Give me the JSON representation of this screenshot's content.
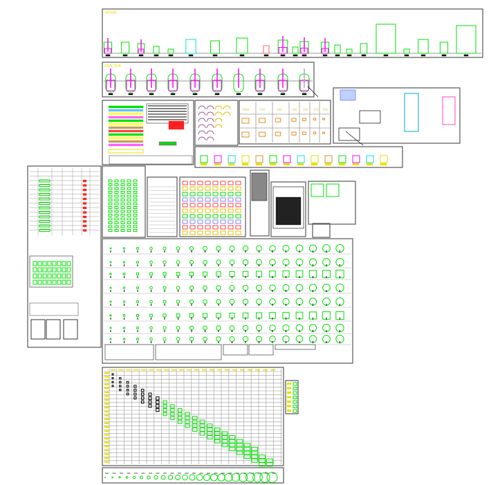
{
  "drawing": {
    "vessel_section": {
      "title": "VESSEL"
    },
    "reactor_section": {
      "title": "REACTOR"
    },
    "size_table": {
      "headers": [
        "1000",
        "750",
        "500",
        "300",
        "200",
        "150",
        "100"
      ]
    },
    "colors": {
      "frame": "#555555",
      "vessel": "#00e000",
      "agitator": "#ff00ff",
      "jacket": "#ff6060",
      "tank_cyan": "#00e0e0",
      "label": "#e8e000",
      "grid": "#9a9a9a",
      "copper": "#e88a20"
    }
  }
}
